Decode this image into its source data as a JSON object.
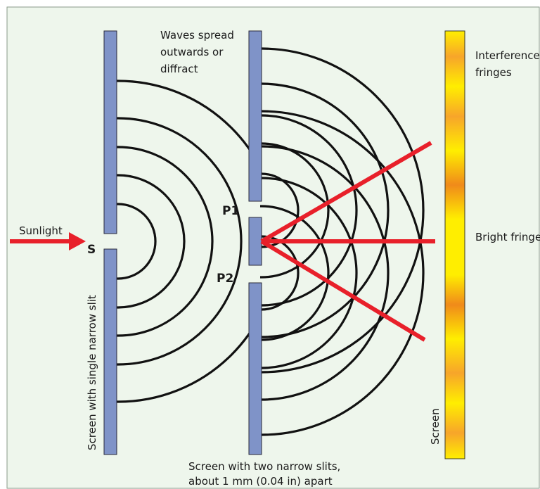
{
  "colors": {
    "background": "#eef6ec",
    "slit_screen": "#7f93c8",
    "ray": "#e8202a",
    "wave": "#111111",
    "fringe_yellow": "#ffee00",
    "fringe_orange": "#f08a1a"
  },
  "labels": {
    "waves_spread": [
      "Waves spread",
      "outwards or",
      "diffract"
    ],
    "sunlight": "Sunlight",
    "source": "S",
    "p1": "P1",
    "p2": "P2",
    "interference": [
      "Interference",
      "fringes"
    ],
    "bright_fringe": "Bright fringe",
    "single_slit_screen": "Screen with single narrow slit",
    "screen": "Screen",
    "two_slit_screen": [
      "Screen with two narrow slits,",
      "about 1 mm (0.04 in) apart"
    ]
  }
}
